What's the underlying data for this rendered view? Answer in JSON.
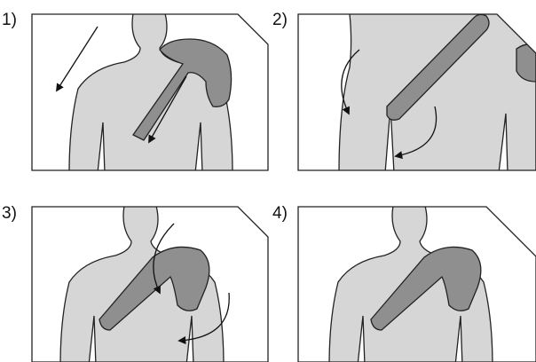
{
  "steps": [
    {
      "number": "1)"
    },
    {
      "number": "2)"
    },
    {
      "number": "3)"
    },
    {
      "number": "4)"
    }
  ],
  "colors": {
    "skin": "#d6d6d6",
    "strap": "#8f8f8f",
    "outline": "#222222",
    "frame": "#222222",
    "arrow": "#111111"
  }
}
